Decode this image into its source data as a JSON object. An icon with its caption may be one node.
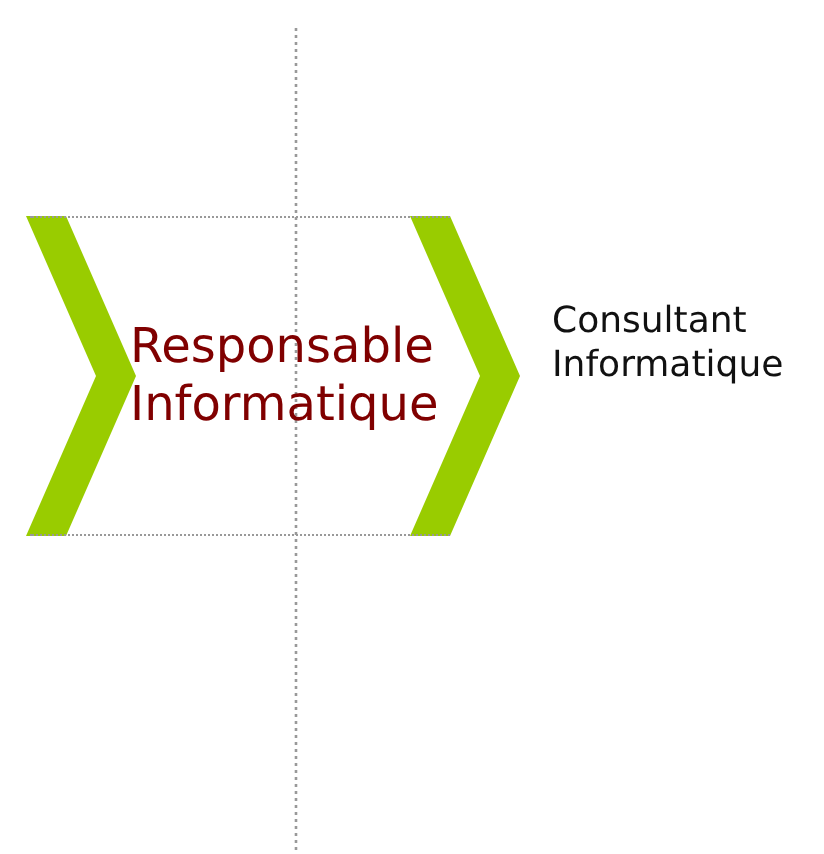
{
  "diagram": {
    "nodes": [
      {
        "text": [
          "Responsable Informatique"
        ]
      },
      {
        "text": [
          "Consultant Informatique"
        ]
      }
    ],
    "edges": [
      {
        "from": null,
        "to": 0,
        "arrow": "to",
        "color": "#99cc00",
        "style": "thick"
      },
      {
        "from": 0,
        "to": 1,
        "arrow": "to",
        "color": "#99cc00",
        "style": "thick"
      }
    ]
  }
}
